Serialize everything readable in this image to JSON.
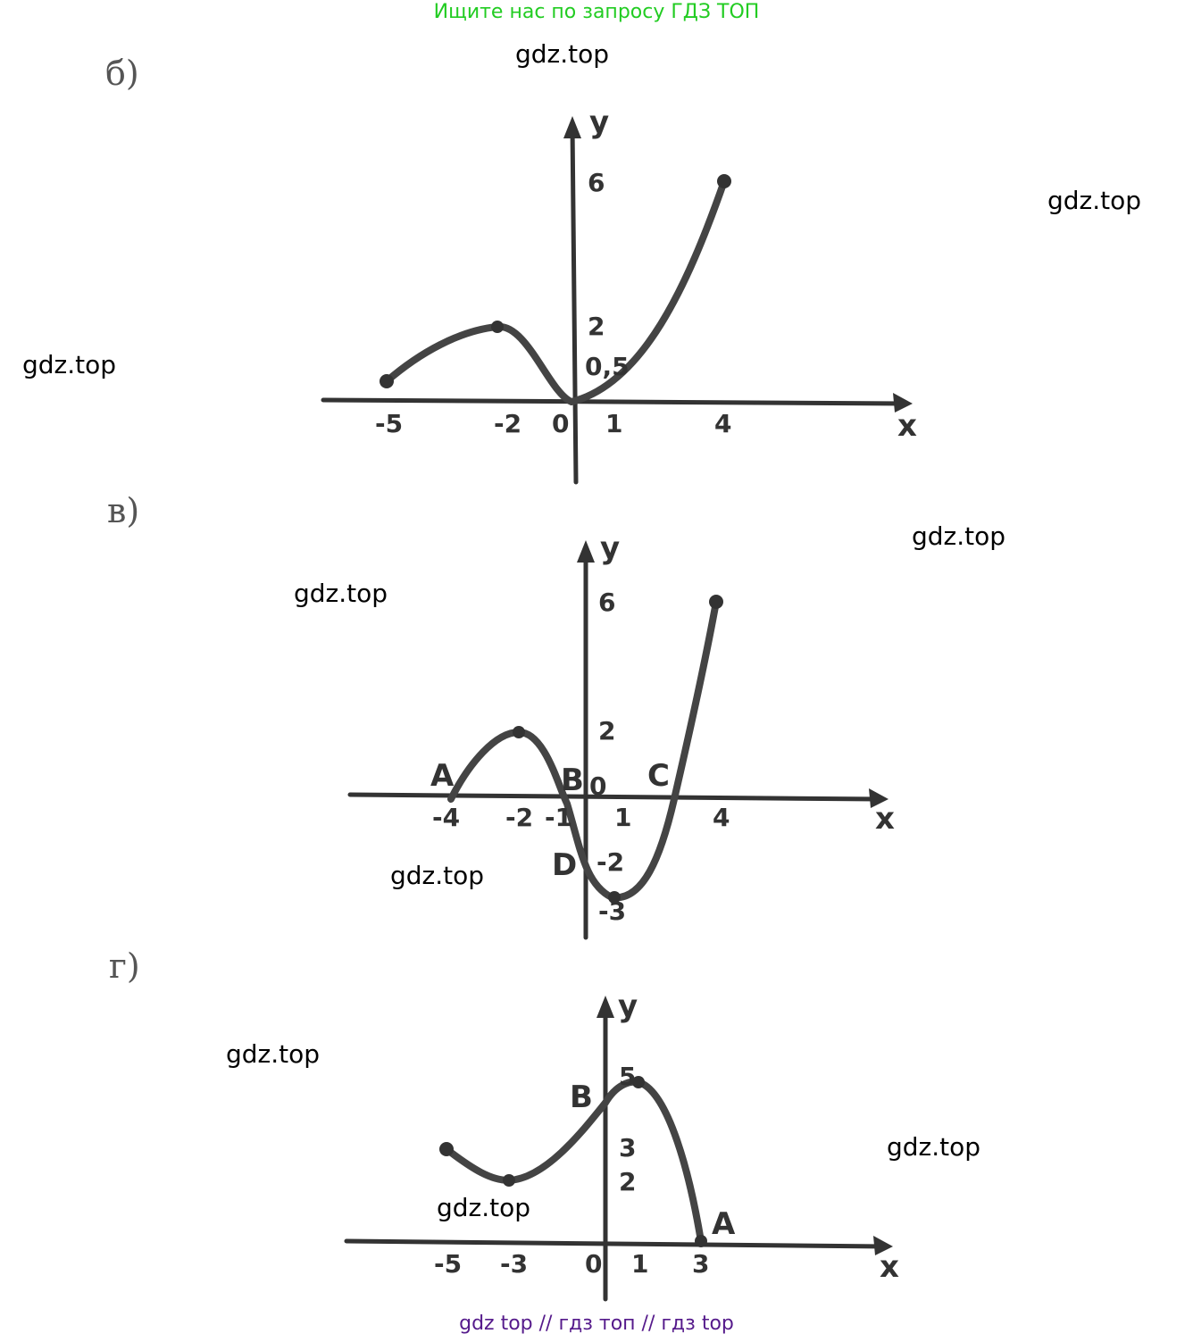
{
  "banner": "Ищите нас по запросу ГДЗ ТОП",
  "watermarks": [
    "gdz.top",
    "gdz.top",
    "gdz.top",
    "gdz.top",
    "gdz.top",
    "gdz.top",
    "gdz.top",
    "gdz.top",
    "gdz.top"
  ],
  "parts": {
    "b": {
      "label": "б)",
      "x_axis": "x",
      "y_axis": "y",
      "x_ticks": [
        "-5",
        "-2",
        "0",
        "1",
        "4"
      ],
      "y_ticks": [
        "6",
        "2",
        "0,5"
      ]
    },
    "v": {
      "label": "в)",
      "x_axis": "x",
      "y_axis": "y",
      "x_ticks": [
        "-4",
        "-2",
        "-1",
        "1",
        "4"
      ],
      "y_ticks": [
        "6",
        "2",
        "0",
        "-2",
        "-3"
      ],
      "points": [
        "A",
        "B",
        "C",
        "D"
      ]
    },
    "g": {
      "label": "г)",
      "x_axis": "x",
      "y_axis": "y",
      "x_ticks": [
        "-5",
        "-3",
        "0",
        "1",
        "3"
      ],
      "y_ticks": [
        "5",
        "3",
        "2"
      ],
      "points": [
        "B",
        "A"
      ]
    }
  },
  "footer": "gdz top  //  гдз топ  //  гдз top"
}
